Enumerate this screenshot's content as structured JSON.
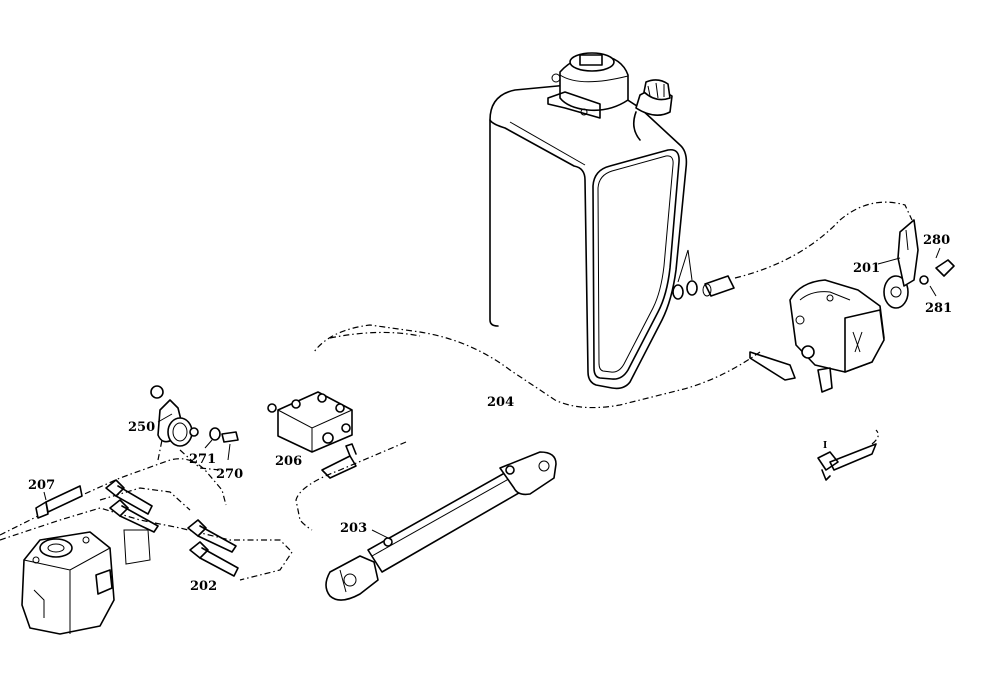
{
  "callouts": [
    {
      "id": "p201",
      "label": "201",
      "part": "hose-fitting"
    },
    {
      "id": "p202",
      "label": "202",
      "part": "pipe-fittings"
    },
    {
      "id": "p203",
      "label": "203",
      "part": "hydraulic-cylinder"
    },
    {
      "id": "p204",
      "label": "204",
      "part": "hydraulic-tank"
    },
    {
      "id": "p206",
      "label": "206",
      "part": "valve-block"
    },
    {
      "id": "p207",
      "label": "207",
      "part": "bolt"
    },
    {
      "id": "p250",
      "label": "250",
      "part": "clamp"
    },
    {
      "id": "p270",
      "label": "270",
      "part": "screw"
    },
    {
      "id": "p271",
      "label": "271",
      "part": "washer"
    },
    {
      "id": "p280",
      "label": "280",
      "part": "plug"
    },
    {
      "id": "p281",
      "label": "281",
      "part": "seal-ring"
    }
  ],
  "extra_marks": {
    "pipe_mark": "I"
  }
}
